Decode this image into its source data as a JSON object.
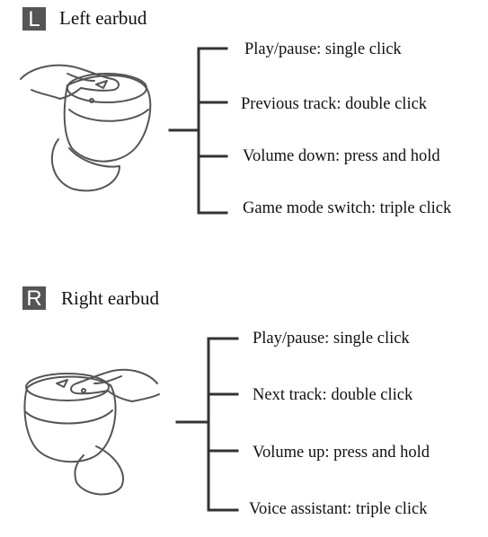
{
  "left": {
    "badge": "L",
    "title": "Left earbud",
    "actions": [
      "Play/pause: single click",
      "Previous track: double click",
      "Volume down: press and hold",
      "Game mode switch: triple click"
    ]
  },
  "right": {
    "badge": "R",
    "title": "Right earbud",
    "actions": [
      "Play/pause: single click",
      "Next track: double click",
      "Volume up: press and hold",
      "Voice assistant: triple click"
    ]
  },
  "colors": {
    "badge": "#555555",
    "line": "#333333"
  }
}
